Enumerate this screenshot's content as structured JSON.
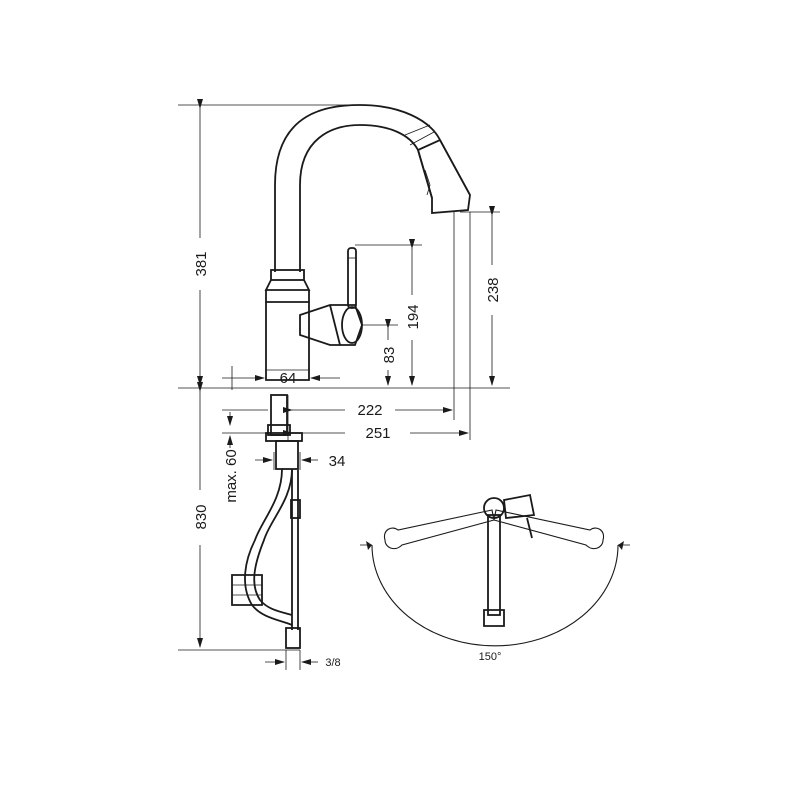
{
  "dimensions": {
    "d381": "381",
    "d830": "830",
    "d238": "238",
    "d194": "194",
    "d83": "83",
    "d64": "64",
    "d222": "222",
    "d251": "251",
    "d34": "34",
    "max60": "max. 60",
    "thread": "3/8"
  },
  "swivel": {
    "angle_label": "150°"
  }
}
